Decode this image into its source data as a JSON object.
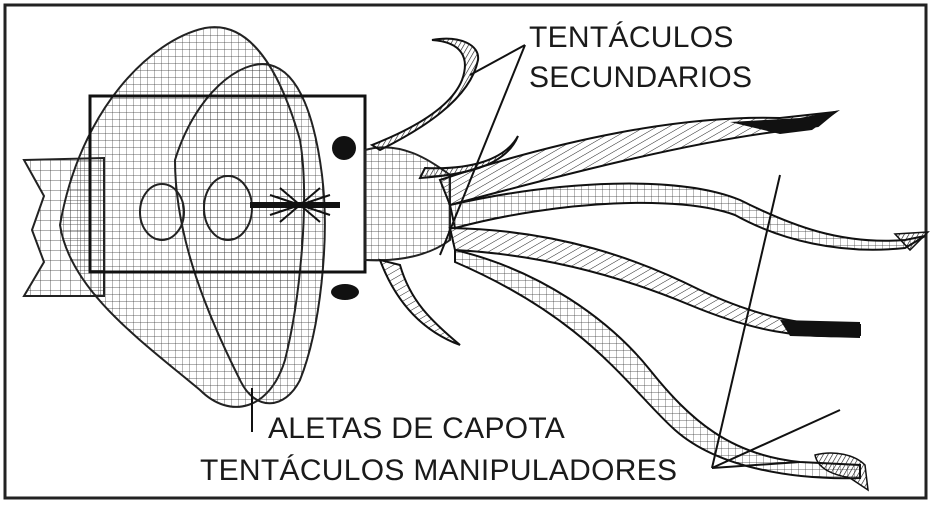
{
  "labels": {
    "tentaculos_secundarios_line1": "TENTÁCULOS",
    "tentaculos_secundarios_line2": "SECUNDARIOS",
    "aletas_de_capota": "ALETAS DE CAPOTA",
    "tentaculos_manipuladores": "TENTÁCULOS MANIPULADORES"
  },
  "colors": {
    "ink": "#1a1a1a",
    "background": "#ffffff"
  }
}
